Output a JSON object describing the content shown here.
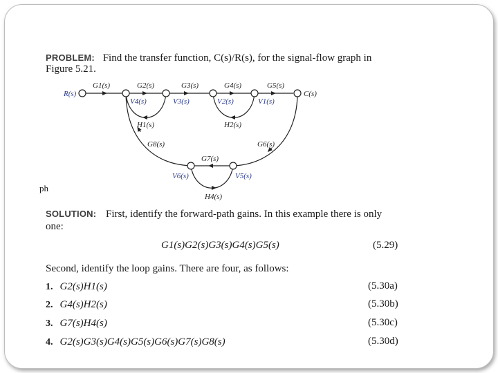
{
  "problem": {
    "label": "PROBLEM:",
    "text_line1": "Find the transfer function, C(s)/R(s), for the signal-flow graph in",
    "text_line2": "Figure 5.21."
  },
  "diagram": {
    "input_node": "R(s)",
    "output_node": "C(s)",
    "forward_gains": [
      "G1(s)",
      "G2(s)",
      "G3(s)",
      "G4(s)",
      "G5(s)"
    ],
    "node_labels": [
      "V4(s)",
      "V3(s)",
      "V2(s)",
      "V1(s)",
      "V6(s)",
      "V5(s)"
    ],
    "feedback_gains": [
      "H1(s)",
      "H2(s)",
      "H4(s)"
    ],
    "lower_path_gains": [
      "G8(s)",
      "G6(s)",
      "G7(s)"
    ]
  },
  "stray_text": "ph",
  "solution": {
    "label": "SOLUTION:",
    "text_line1": "First, identify the forward-path gains. In this example there is only",
    "text_line2": "one:",
    "forward_path_expr": "G1(s)G2(s)G3(s)G4(s)G5(s)",
    "forward_path_eq_num": "(5.29)",
    "second_text": "Second, identify the loop gains. There are four, as follows:",
    "loops": [
      {
        "num": "1.",
        "expr": "G2(s)H1(s)",
        "eq": "(5.30a)"
      },
      {
        "num": "2.",
        "expr": "G4(s)H2(s)",
        "eq": "(5.30b)"
      },
      {
        "num": "3.",
        "expr": "G7(s)H4(s)",
        "eq": "(5.30c)"
      },
      {
        "num": "4.",
        "expr": "G2(s)G3(s)G4(s)G5(s)G6(s)G7(s)G8(s)",
        "eq": "(5.30d)"
      }
    ]
  }
}
